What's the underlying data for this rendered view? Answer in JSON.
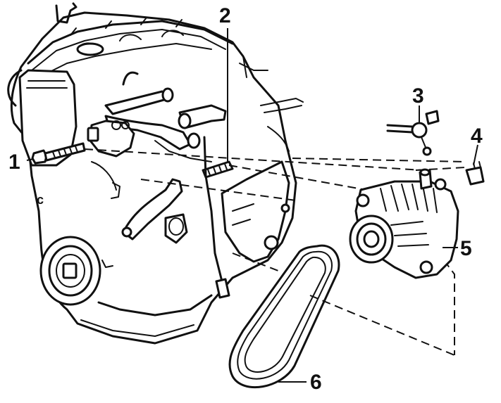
{
  "callouts": {
    "c1": "1",
    "c2": "2",
    "c3": "3",
    "c4": "4",
    "c5": "5",
    "c6": "6"
  },
  "engine_mark": "c"
}
